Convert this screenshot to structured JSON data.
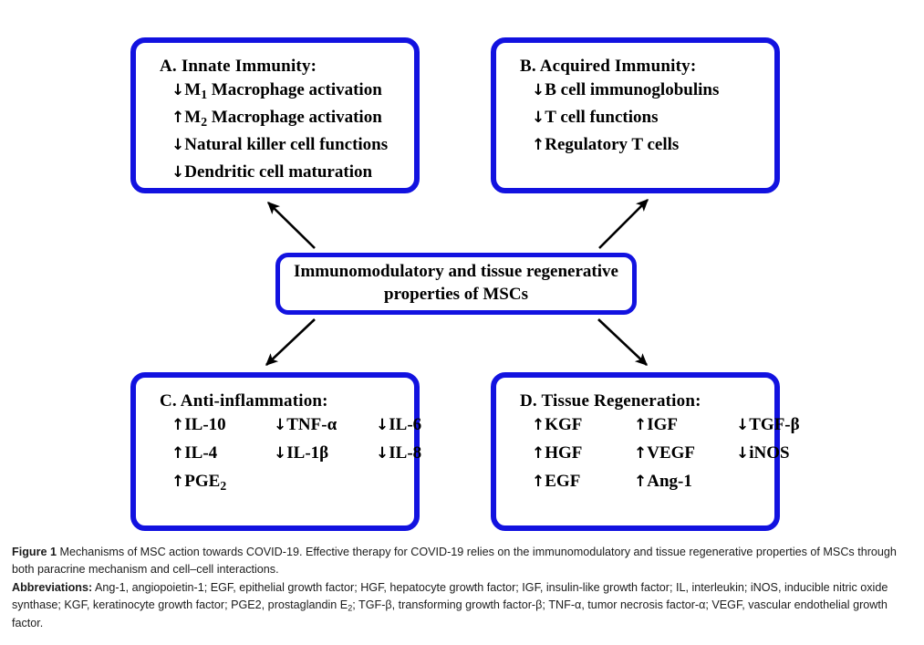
{
  "figure": {
    "accent_color": "#1212e0",
    "text_color": "#000000",
    "background": "#ffffff",
    "center": {
      "line1": "Immunomodulatory and tissue regenerative",
      "line2": "properties of MSCs"
    },
    "boxes": {
      "a": {
        "title": "A. Innate Immunity:",
        "lines": [
          {
            "arrow": "↓",
            "text_before": "M",
            "subscript": "1",
            "text_after": " Macrophage activation"
          },
          {
            "arrow": "↑",
            "text_before": "M",
            "subscript": "2",
            "text_after": " Macrophage activation"
          },
          {
            "arrow": "↓",
            "text_before": "Natural killer cell functions",
            "subscript": "",
            "text_after": ""
          },
          {
            "arrow": "↓",
            "text_before": "Dendritic cell maturation",
            "subscript": "",
            "text_after": ""
          }
        ]
      },
      "b": {
        "title": "B. Acquired Immunity:",
        "lines": [
          {
            "arrow": "↓",
            "text_before": "B cell immunoglobulins",
            "subscript": "",
            "text_after": ""
          },
          {
            "arrow": "↓",
            "text_before": "T cell functions",
            "subscript": "",
            "text_after": ""
          },
          {
            "arrow": "↑",
            "text_before": "Regulatory T cells",
            "subscript": "",
            "text_after": ""
          }
        ]
      },
      "c": {
        "title": "C. Anti-inflammation:",
        "cells": [
          {
            "arrow": "↑",
            "label": "IL-10",
            "subscript": ""
          },
          {
            "arrow": "↓",
            "label": "TNF-α",
            "subscript": ""
          },
          {
            "arrow": "↓",
            "label": "IL-6",
            "subscript": ""
          },
          {
            "arrow": "↑",
            "label": "IL-4",
            "subscript": ""
          },
          {
            "arrow": "↓",
            "label": "IL-1β",
            "subscript": ""
          },
          {
            "arrow": "↓",
            "label": "IL-8",
            "subscript": ""
          },
          {
            "arrow": "↑",
            "label": "PGE",
            "subscript": "2"
          },
          {
            "arrow": "",
            "label": "",
            "subscript": ""
          },
          {
            "arrow": "",
            "label": "",
            "subscript": ""
          }
        ]
      },
      "d": {
        "title": "D. Tissue Regeneration:",
        "cells": [
          {
            "arrow": "↑",
            "label": "KGF",
            "subscript": ""
          },
          {
            "arrow": "↑",
            "label": "IGF",
            "subscript": ""
          },
          {
            "arrow": "↓",
            "label": "TGF-β",
            "subscript": ""
          },
          {
            "arrow": "↑",
            "label": "HGF",
            "subscript": ""
          },
          {
            "arrow": "↑",
            "label": "VEGF",
            "subscript": ""
          },
          {
            "arrow": "↓",
            "label": "iNOS",
            "subscript": ""
          },
          {
            "arrow": "↑",
            "label": "EGF",
            "subscript": ""
          },
          {
            "arrow": "↑",
            "label": "Ang-1",
            "subscript": ""
          },
          {
            "arrow": "",
            "label": "",
            "subscript": ""
          }
        ]
      }
    },
    "arrows": [
      {
        "name": "arrow-center-to-innate-immunity",
        "direction": "up-left"
      },
      {
        "name": "arrow-center-to-acquired-immunity",
        "direction": "up-right"
      },
      {
        "name": "arrow-center-to-anti-inflammation",
        "direction": "down-left"
      },
      {
        "name": "arrow-center-to-tissue-regeneration",
        "direction": "down-right"
      }
    ]
  },
  "caption": {
    "figure_label": "Figure 1",
    "main_text": " Mechanisms of MSC action towards COVID-19. Effective therapy for COVID-19 relies on the immunomodulatory and tissue regenerative properties of MSCs through both paracrine mechanism and cell–cell interactions.",
    "abbrev_label": "Abbreviations:",
    "abbrev_text_part1": " Ang-1, angiopoietin-1; EGF, epithelial growth factor; HGF, hepatocyte growth factor; IGF, insulin-like growth factor; IL, interleukin; iNOS, inducible nitric oxide synthase; KGF, keratinocyte growth factor; PGE2, prostaglandin E",
    "abbrev_subscript": "2",
    "abbrev_text_part2": "; TGF-β, transforming growth factor-β; TNF-α, tumor necrosis factor-α; VEGF, vascular endothelial growth factor."
  }
}
